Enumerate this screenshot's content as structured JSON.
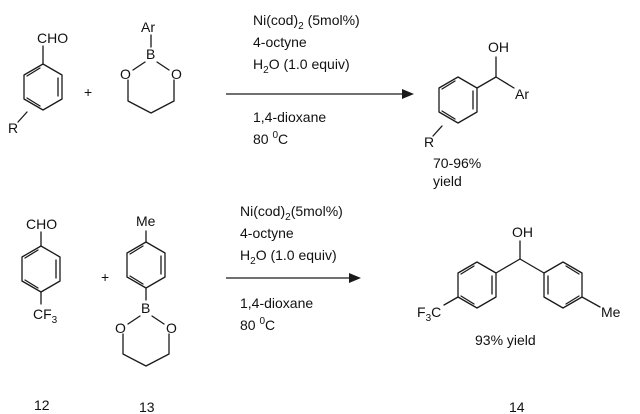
{
  "reaction1": {
    "aldehyde": {
      "cho": "CHO",
      "r": "R"
    },
    "plus": "+",
    "boronate": {
      "ar": "Ar",
      "b": "B",
      "o_left": "O",
      "o_right": "O"
    },
    "conditions_above": [
      {
        "pre": "Ni(cod)",
        "sub": "2",
        "post": " (5mol%)"
      },
      {
        "pre": "4-octyne",
        "sub": "",
        "post": ""
      },
      {
        "pre": "H",
        "sub": "2",
        "post": "O (1.0 equiv)"
      }
    ],
    "conditions_below": [
      {
        "pre": "1,4-dioxane",
        "sup": "",
        "post": ""
      },
      {
        "pre": "80 ",
        "sup": "0",
        "post": "C"
      }
    ],
    "product": {
      "oh": "OH",
      "ar": "Ar",
      "r": "R"
    },
    "yield_lines": [
      "70-96%",
      "yield"
    ]
  },
  "reaction2": {
    "aldehyde": {
      "cho": "CHO",
      "cf": "CF",
      "cf_sub": "3"
    },
    "plus": "+",
    "boronate": {
      "me": "Me",
      "b": "B",
      "o_left": "O",
      "o_right": "O"
    },
    "conditions_above": [
      {
        "pre": "Ni(cod)",
        "sub": "2",
        "post": "(5mol%)"
      },
      {
        "pre": "4-octyne",
        "sub": "",
        "post": ""
      },
      {
        "pre": "H",
        "sub": "2",
        "post": "O (1.0 equiv)"
      }
    ],
    "conditions_below": [
      {
        "pre": "1,4-dioxane",
        "sup": "",
        "post": ""
      },
      {
        "pre": "80 ",
        "sup": "0",
        "post": "C"
      }
    ],
    "product": {
      "oh": "OH",
      "f3c_f": "F",
      "f3c_sub": "3",
      "f3c_c": "C",
      "me": "Me"
    },
    "yield_text": "93% yield"
  },
  "compound_numbers": {
    "c12": "12",
    "c13": "13",
    "c14": "14"
  }
}
